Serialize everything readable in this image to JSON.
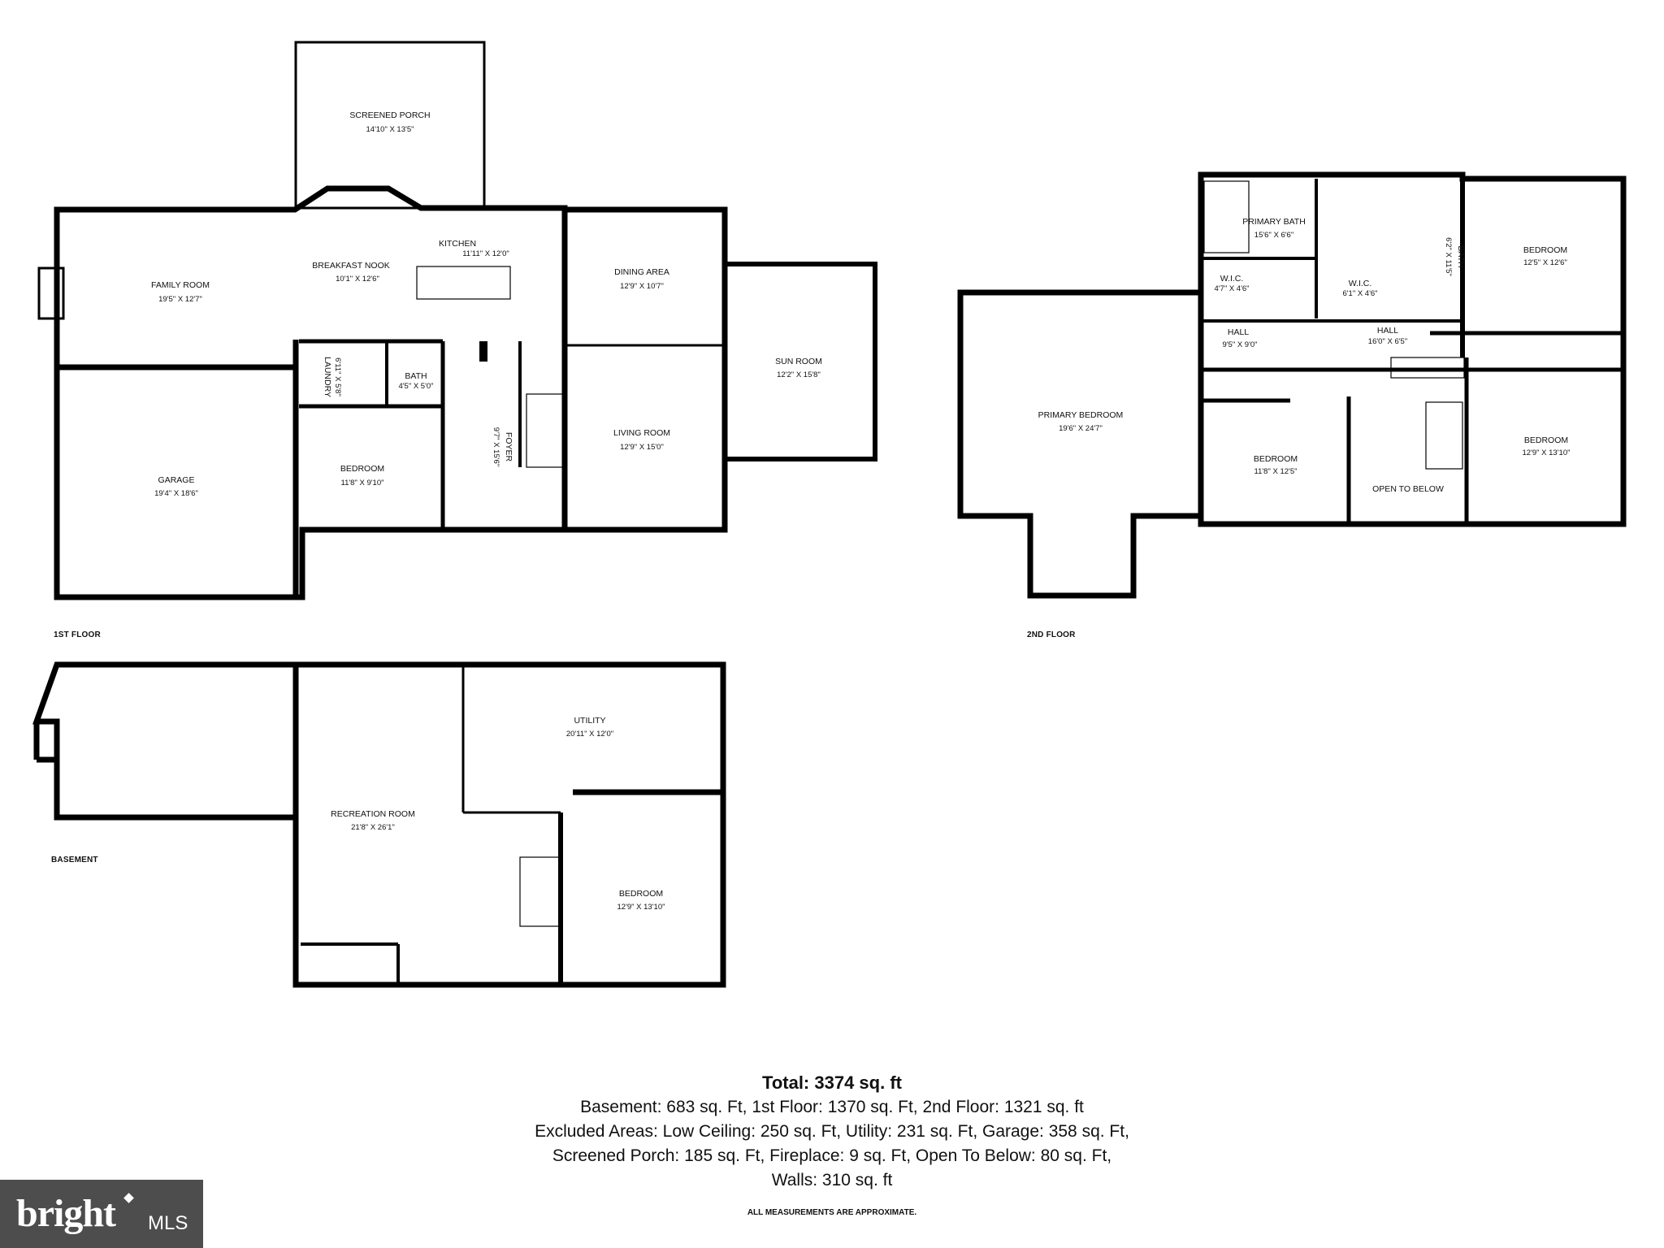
{
  "floors": {
    "first": "1ST FLOOR",
    "second": "2ND FLOOR",
    "basement": "BASEMENT"
  },
  "rooms": {
    "screened_porch": {
      "name": "SCREENED PORCH",
      "dim": "14'10\" X 13'5\""
    },
    "kitchen": {
      "name": "KITCHEN",
      "dim": "11'11\" X 12'0\""
    },
    "breakfast_nook": {
      "name": "BREAKFAST NOOK",
      "dim": "10'1\" X 12'6\""
    },
    "family_room": {
      "name": "FAMILY ROOM",
      "dim": "19'5\" X 12'7\""
    },
    "dining_area": {
      "name": "DINING AREA",
      "dim": "12'9\" X 10'7\""
    },
    "sun_room": {
      "name": "SUN ROOM",
      "dim": "12'2\" X 15'8\""
    },
    "laundry": {
      "name": "LAUNDRY",
      "dim": "6'11\" X 5'8\""
    },
    "bath_1": {
      "name": "BATH",
      "dim": "4'5\" X 5'0\""
    },
    "foyer": {
      "name": "FOYER",
      "dim": "9'7\" X 15'6\""
    },
    "living_room": {
      "name": "LIVING ROOM",
      "dim": "12'9\" X 15'0\""
    },
    "garage": {
      "name": "GARAGE",
      "dim": "19'4\" X 18'6\""
    },
    "bedroom_1st": {
      "name": "BEDROOM",
      "dim": "11'8\" X 9'10\""
    },
    "primary_bath": {
      "name": "PRIMARY BATH",
      "dim": "15'6\" X 6'6\""
    },
    "bath_2": {
      "name": "BATH",
      "dim": "6'2\" X 11'5\""
    },
    "bedroom_2a": {
      "name": "BEDROOM",
      "dim": "12'5\" X 12'6\""
    },
    "wic_1": {
      "name": "W.I.C.",
      "dim": "4'7\" X 4'6\""
    },
    "wic_2": {
      "name": "W.I.C.",
      "dim": "6'1\" X 4'6\""
    },
    "hall_1": {
      "name": "HALL",
      "dim": "9'5\" X 9'0\""
    },
    "hall_2": {
      "name": "HALL",
      "dim": "16'0\" X 6'5\""
    },
    "primary_bedroom": {
      "name": "PRIMARY BEDROOM",
      "dim": "19'6\" X 24'7\""
    },
    "bedroom_2b": {
      "name": "BEDROOM",
      "dim": "11'8\" X 12'5\""
    },
    "open_to_below": {
      "name": "OPEN TO BELOW"
    },
    "bedroom_2c": {
      "name": "BEDROOM",
      "dim": "12'9\" X 13'10\""
    },
    "utility": {
      "name": "UTILITY",
      "dim": "20'11\" X 12'0\""
    },
    "recreation_room": {
      "name": "RECREATION ROOM",
      "dim": "21'8\" X 26'1\""
    },
    "bedroom_bsmt": {
      "name": "BEDROOM",
      "dim": "12'9\" X 13'10\""
    }
  },
  "summary": {
    "total": "Total: 3374 sq. ft",
    "line1": "Basement: 683 sq. Ft, 1st Floor: 1370 sq. Ft, 2nd Floor: 1321 sq. ft",
    "line2": "Excluded Areas: Low Ceiling: 250 sq. Ft, Utility: 231 sq. Ft, Garage: 358 sq. Ft,",
    "line3": "Screened Porch: 185 sq. Ft, Fireplace: 9 sq. Ft, Open To Below: 80 sq. Ft,",
    "line4": "Walls: 310 sq. ft"
  },
  "disclaimer": "ALL MEASUREMENTS ARE APPROXIMATE.",
  "logo": {
    "word": "bright",
    "suffix": "MLS"
  }
}
